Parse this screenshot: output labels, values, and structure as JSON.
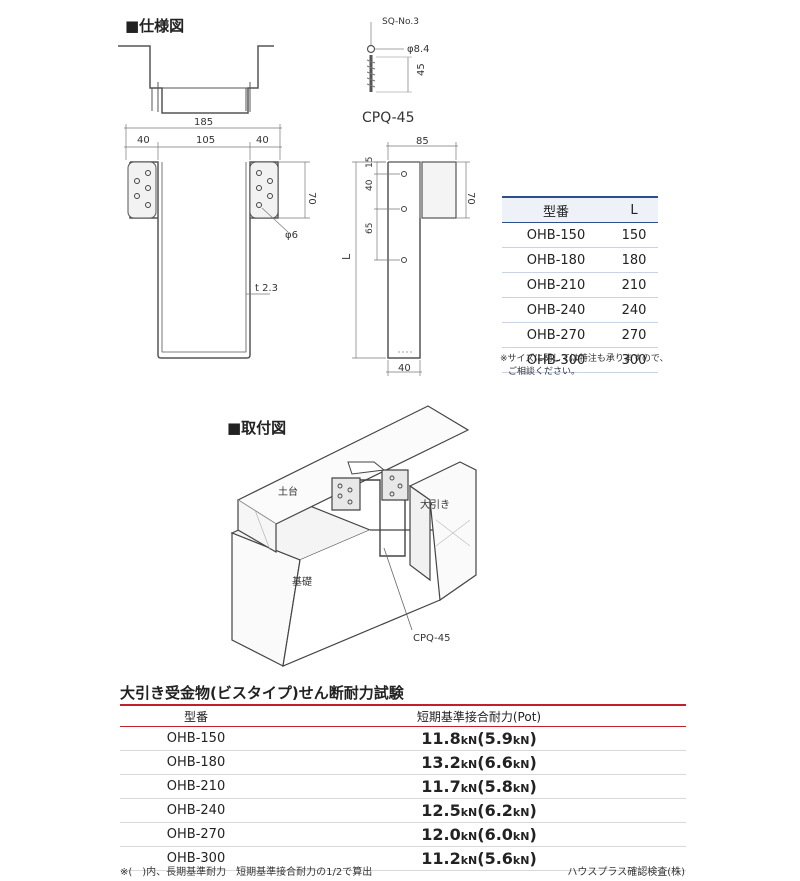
{
  "spec_title": "■仕様図",
  "mount_title": "■取付図",
  "screw": {
    "model": "SQ-No.3",
    "diameter": "φ8.4",
    "length": "45",
    "name": "CPQ-45"
  },
  "front_dims": {
    "total": "185",
    "left": "40",
    "middle": "105",
    "right": "40",
    "height": "70",
    "hole": "φ6",
    "thickness": "t 2.3"
  },
  "side_dims": {
    "top": "85",
    "d15": "15",
    "d40": "40",
    "d65": "65",
    "height": "70",
    "length": "L",
    "bottom": "40"
  },
  "size_table": {
    "headers": [
      "型番",
      "L"
    ],
    "rows": [
      [
        "OHB-150",
        "150"
      ],
      [
        "OHB-180",
        "180"
      ],
      [
        "OHB-210",
        "210"
      ],
      [
        "OHB-240",
        "240"
      ],
      [
        "OHB-270",
        "270"
      ],
      [
        "OHB-300",
        "300"
      ]
    ],
    "note_line1": "※サイズに関しては特注も承りますので、",
    "note_line2": "ご相談ください。"
  },
  "mount_labels": {
    "sill": "土台",
    "beam": "大引き",
    "foundation": "基礎",
    "screw": "CPQ-45"
  },
  "test": {
    "title": "大引き受金物(ビスタイプ)せん断耐力試験",
    "headers": [
      "型番",
      "短期基準接合耐力(Pot)"
    ],
    "unit": "kN",
    "rows": [
      {
        "model": "OHB-150",
        "value": "11.8",
        "half": "5.9"
      },
      {
        "model": "OHB-180",
        "value": "13.2",
        "half": "6.6"
      },
      {
        "model": "OHB-210",
        "value": "11.7",
        "half": "5.8"
      },
      {
        "model": "OHB-240",
        "value": "12.5",
        "half": "6.2"
      },
      {
        "model": "OHB-270",
        "value": "12.0",
        "half": "6.0"
      },
      {
        "model": "OHB-300",
        "value": "11.2",
        "half": "5.6"
      }
    ],
    "footnote": "※(　)内、長期基準耐力　短期基準接合耐力の1/2で算出",
    "certifier": "ハウスプラス確認検査(株)"
  }
}
